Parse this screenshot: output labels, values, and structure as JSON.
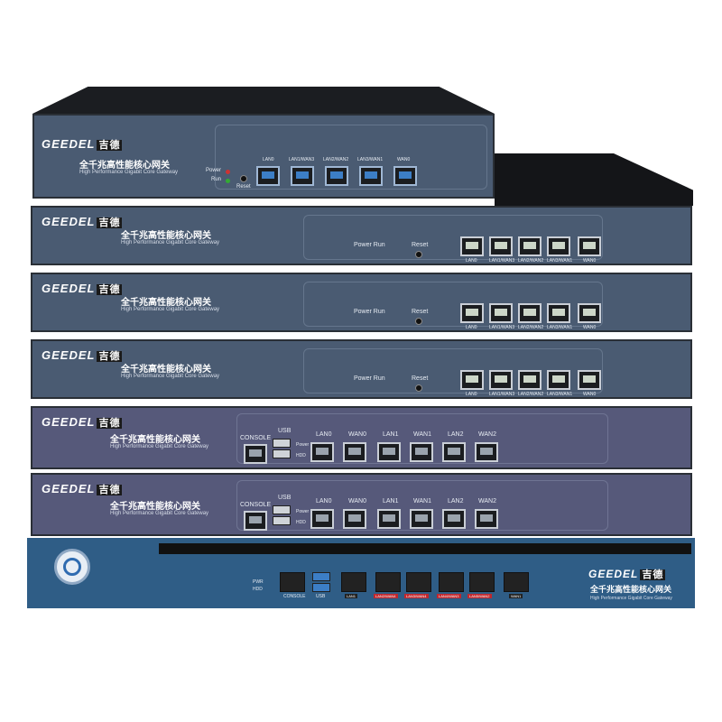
{
  "brand": {
    "latin": "GEEDEL",
    "cn": "吉德"
  },
  "title_cn": "全千兆高性能核心网关",
  "title_en": "High Performance Gigabit Core Gateway",
  "unit1": {
    "leds": [
      "Power",
      "Run"
    ],
    "reset": "Reset",
    "ports": [
      "LAN0",
      "LAN1/WAN3",
      "LAN2/WAN2",
      "LAN3/WAN1",
      "WAN0"
    ]
  },
  "units234": {
    "power_run": "Power Run",
    "reset": "Reset",
    "ports": [
      "LAN0",
      "LAN1/WAN3",
      "LAN2/WAN2",
      "LAN3/WAN1",
      "WAN0"
    ]
  },
  "units56": {
    "console": "CONSOLE",
    "usb": "USB",
    "leds": [
      "Power",
      "HDD"
    ],
    "ports": [
      "LAN0",
      "WAN0",
      "LAN1",
      "WAN1",
      "LAN2",
      "WAN2"
    ]
  },
  "unit7": {
    "leds": [
      "PWR",
      "HDD"
    ],
    "console": "CONSOLE",
    "usb": "USB",
    "ports": [
      "LAN1",
      "LAN2/WAN4",
      "LAN3/WAN4",
      "LAN4/WAN3",
      "LAN5/WAN2",
      "WAN1"
    ],
    "title_cn": "全千兆高性能核心网关",
    "title_en": "High Performance Gigabit Core Gateway"
  },
  "colors": {
    "slate": "#4a5b72",
    "purple": "#56597a",
    "bottom_blue": "#2f5d86",
    "port_blue": "#3c7ec6"
  }
}
